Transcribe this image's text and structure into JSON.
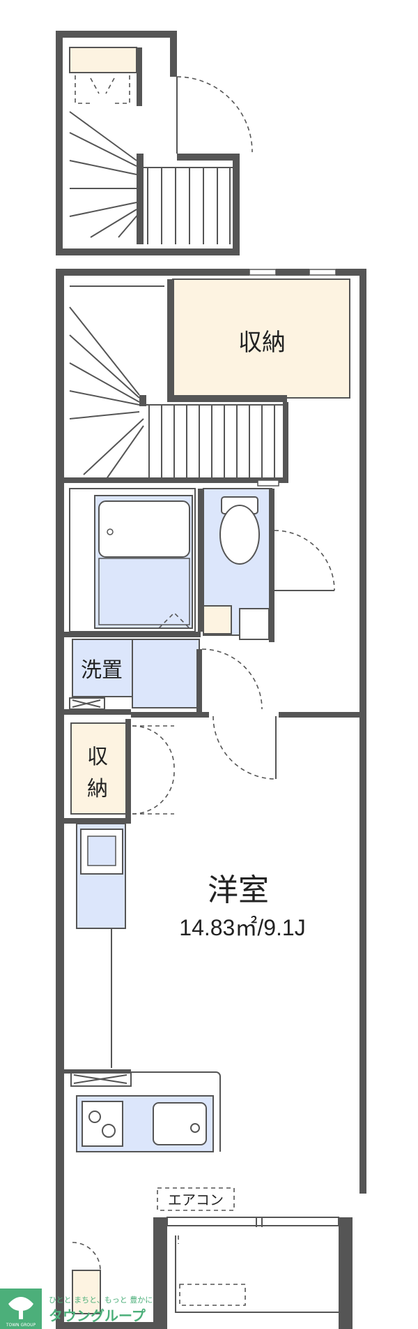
{
  "rooms": {
    "storage_upper": "収納",
    "western_room": "洋室",
    "western_room_area": "14.83㎡/9.1J",
    "washroom": "洗置",
    "closet_line1": "収",
    "closet_line2": "納",
    "aircon": "エアコン"
  },
  "logo": {
    "tagline": "ひとと まちと、もっと 豊かに",
    "brand": "タウングループ",
    "brand_small": "TOWN GROUP"
  },
  "colors": {
    "wall": "#555555",
    "storage_fill": "#fdf3e1",
    "wet_area_fill": "#dce6fb",
    "logo_green": "#4caf7a"
  }
}
